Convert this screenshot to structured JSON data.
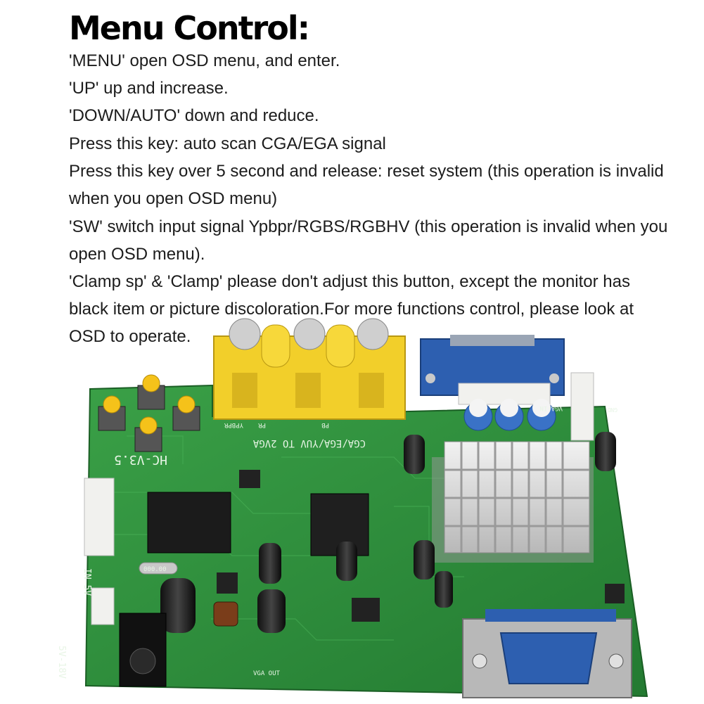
{
  "title": "Menu Control:",
  "lines": [
    "'MENU' open OSD menu, and enter.",
    "'UP' up and increase.",
    "'DOWN/AUTO' down and reduce.",
    "Press this key: auto scan CGA/EGA signal",
    "Press this key over 5 second and release: reset system (this operation is invalid",
    "when you open OSD menu)",
    "'SW' switch input signal Ypbpr/RGBS/RGBHV (this operation is invalid when you",
    "open OSD menu).",
    "'Clamp sp' & 'Clamp' please don't adjust this button, except the monitor has",
    "black item or picture discoloration.For more functions control, please look at",
    "OSD to operate."
  ],
  "board": {
    "model_label": "HC-V3.5",
    "caption_label": "CGA/EGA/YUV TO 2VGA",
    "power_label": "5V-18V",
    "input_label": "IN 5V",
    "vga_in_label": "VGA-IN",
    "vga_out_label": "VGA OUT",
    "ypbpr_label": "YPBPR",
    "pr_label": "PR",
    "pb_label": "PB",
    "gnd_label": "GND",
    "crystal_label": "000.00"
  },
  "colors": {
    "pcb": "#2f8f3a",
    "rca": "#f2cf2a",
    "vga": "#2d5fb0",
    "heatsink": "#d4d4d4",
    "button": "#f5c21a"
  }
}
